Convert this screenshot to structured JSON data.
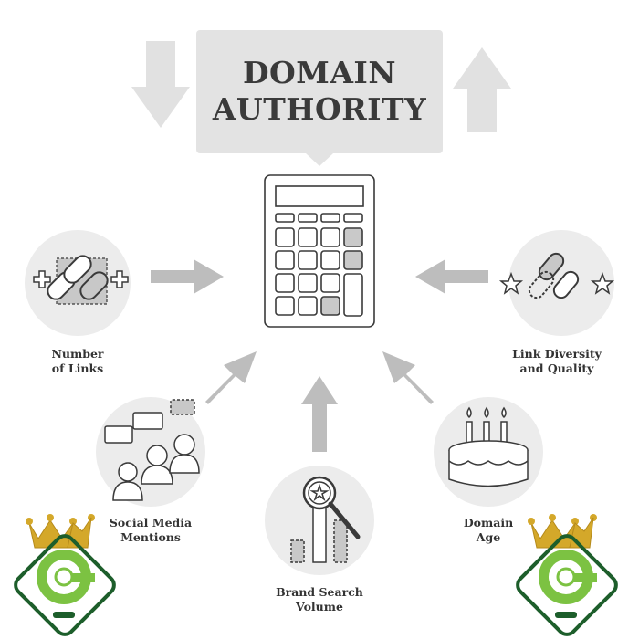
{
  "title": {
    "line1": "DOMAIN",
    "line2": "AUTHORITY"
  },
  "factors": [
    {
      "id": "links",
      "line1": "Number",
      "line2": "of Links",
      "icon": "chain-plus-icon"
    },
    {
      "id": "diversity",
      "line1": "Link Diversity",
      "line2": "and Quality",
      "icon": "chain-stars-icon"
    },
    {
      "id": "social",
      "line1": "Social Media",
      "line2": "Mentions",
      "icon": "people-chat-icon"
    },
    {
      "id": "brand",
      "line1": "Brand Search",
      "line2": "Volume",
      "icon": "magnifier-star-icon"
    },
    {
      "id": "age",
      "line1": "Domain",
      "line2": "Age",
      "icon": "birthday-cake-icon"
    }
  ],
  "center_icon": "calculator-icon",
  "colors": {
    "circle": "#ececec",
    "arrow": "#bdbdbd",
    "panel": "#e3e3e3",
    "outline": "#3a3a3a",
    "logo_green": "#7cc242",
    "logo_dark": "#1d5e2b",
    "crown": "#d4a82a"
  }
}
